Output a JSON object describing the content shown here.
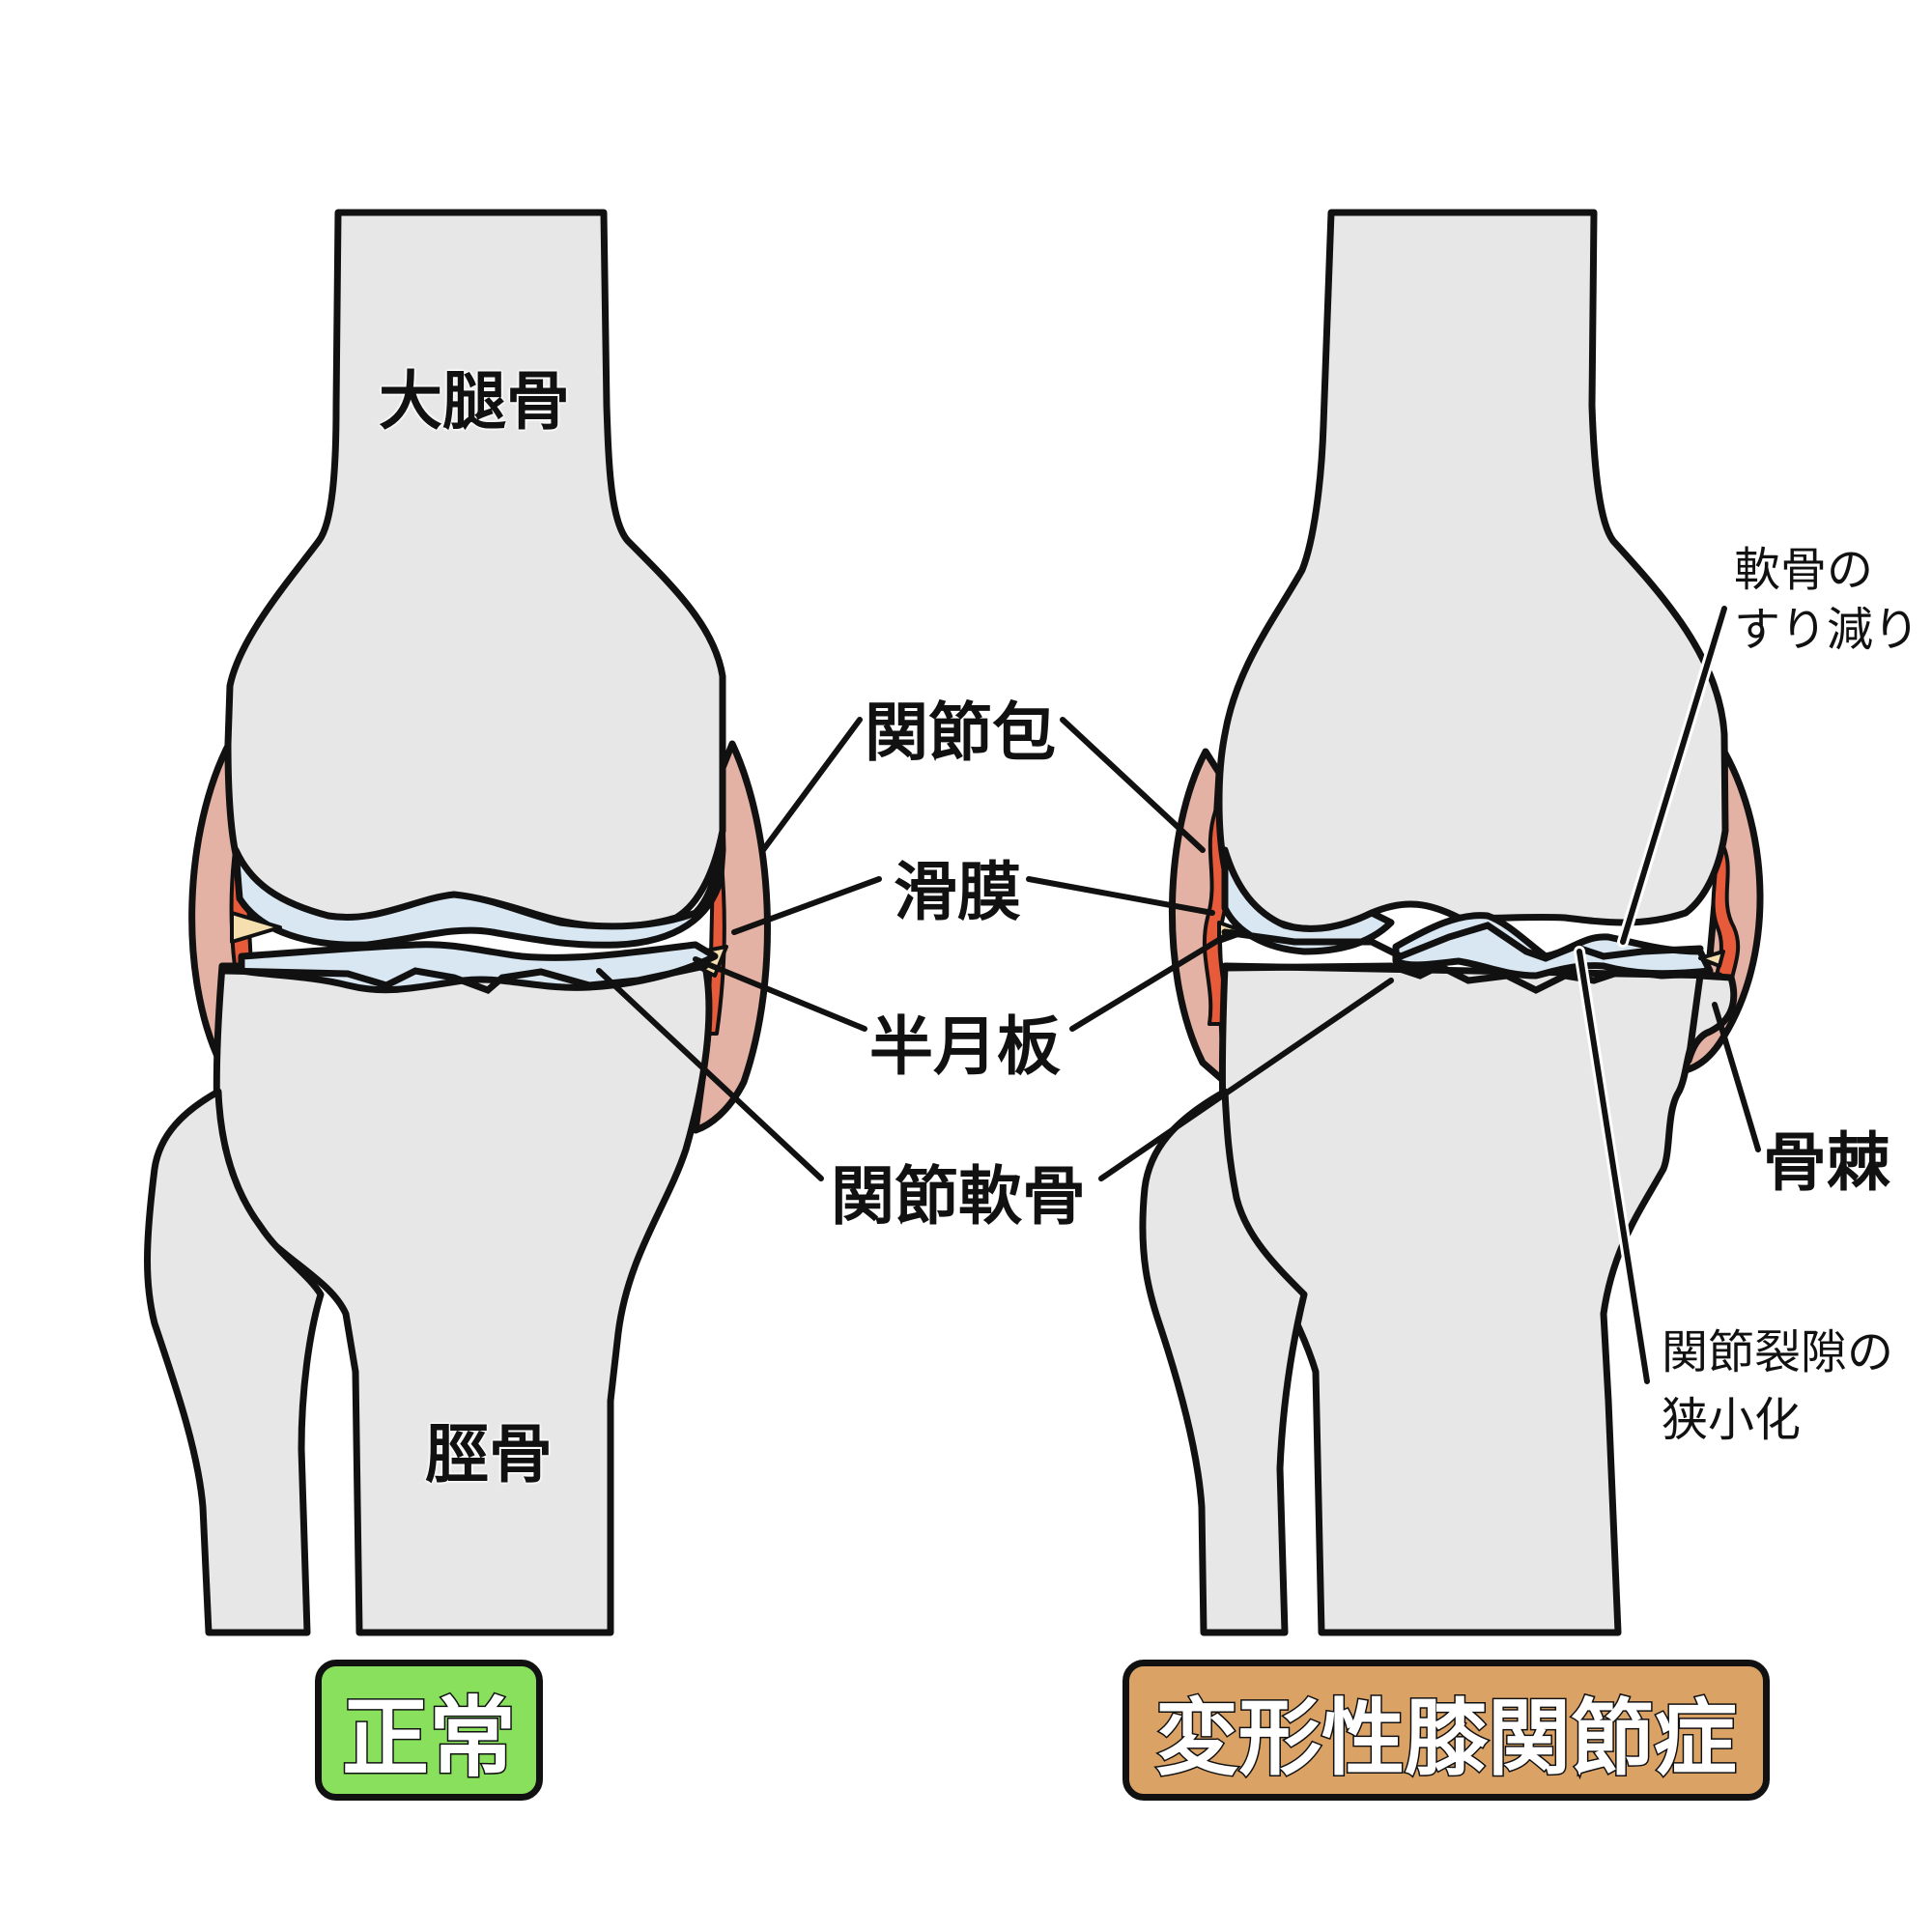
{
  "normal": {
    "femur_label": "大腿骨",
    "tibia_label": "脛骨",
    "badge": {
      "label": "正常",
      "color": "#89e05d"
    }
  },
  "oa": {
    "badge": {
      "label": "変形性膝関節症",
      "color": "#dba265"
    },
    "cartilage_wear_label": [
      "軟骨の",
      "すり減り"
    ],
    "osteophyte_label": "骨棘",
    "joint_space_label": [
      "関節裂隙の",
      "狭小化"
    ]
  },
  "center_labels": {
    "capsule": "関節包",
    "synovium": "滑膜",
    "meniscus": "半月板",
    "cartilage": "関節軟骨"
  },
  "colors": {
    "bone": "#e8e7e7",
    "capsule": "#e4b2a4",
    "synovium": "#e85b3a",
    "cartilage": "#d9e7f2",
    "meniscus": "#f5dfae"
  }
}
